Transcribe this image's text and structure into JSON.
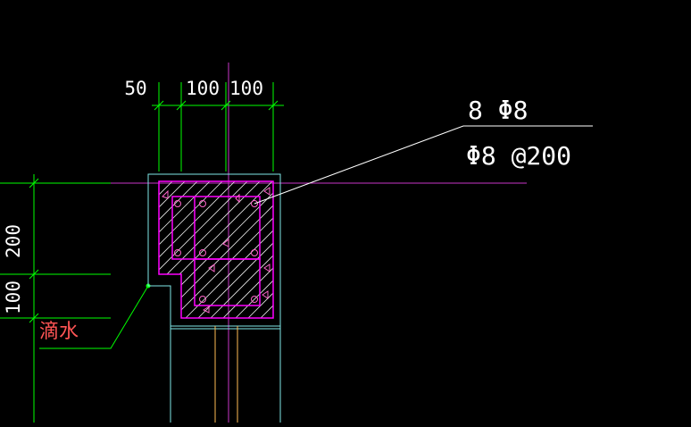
{
  "drawing": {
    "dimensions_top": [
      "50",
      "100",
      "100"
    ],
    "dimensions_left": [
      "200",
      "100"
    ],
    "rebar_label_top": "8 Φ8",
    "rebar_label_bottom": "Φ8 @200",
    "drip_label": "滴水"
  },
  "colors": {
    "background": "#000000",
    "dimension_lines": "#00ff00",
    "outline": "#7fe8e8",
    "stirrups": "#ff00ff",
    "rebar_small": "#ff66cc",
    "leader": "#ffffff",
    "text_white": "#ffffff",
    "text_red": "#ff5555",
    "hatch": "#e8e8e8",
    "gridline": "#cc33cc",
    "inner_lines": "#ffbb55"
  }
}
